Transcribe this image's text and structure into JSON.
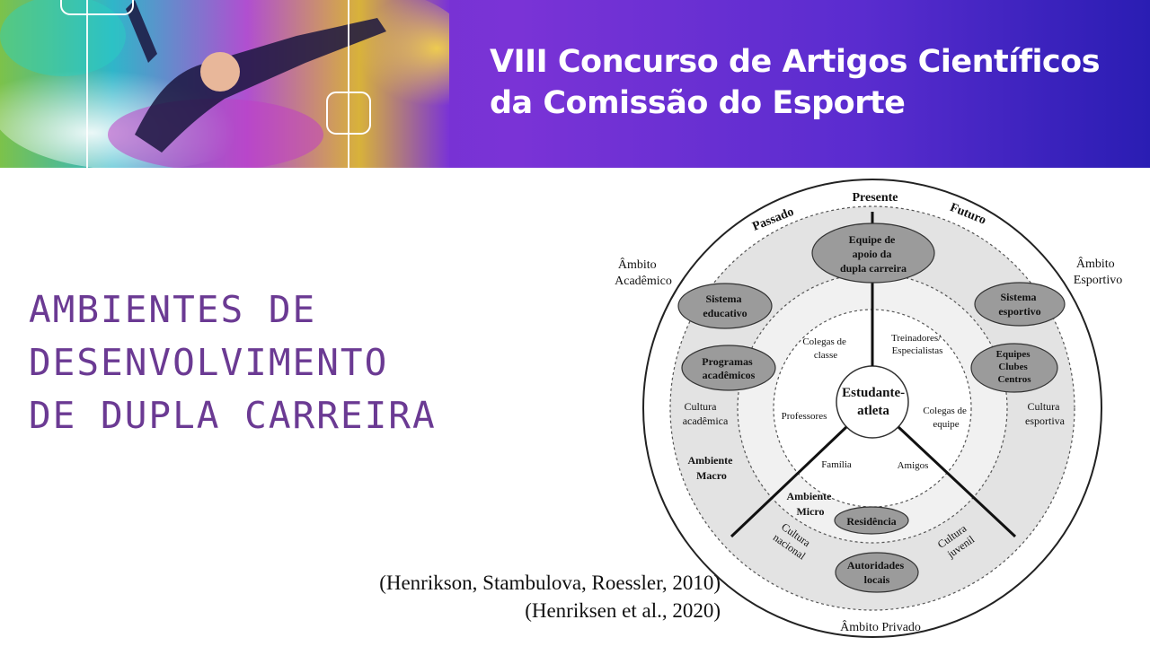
{
  "banner": {
    "title_line1": "VIII Concurso de Artigos Científicos",
    "title_line2": "da Comissão do Esporte"
  },
  "slide": {
    "title_line1": "AMBIENTES DE",
    "title_line2": "DESENVOLVIMENTO",
    "title_line3": "DE DUPLA CARREIRA"
  },
  "citations": {
    "line1": "(Henrikson, Stambulova, Roessler, 2010)",
    "line2": "(Henriksen et al., 2020)"
  },
  "diagram": {
    "time": {
      "passado": "Passado",
      "presente": "Presente",
      "futuro": "Futuro"
    },
    "ambito": {
      "academico_1": "Âmbito",
      "academico_2": "Acadêmico",
      "esportivo_1": "Âmbito",
      "esportivo_2": "Esportivo",
      "privado": "Âmbito Privado"
    },
    "nodes": {
      "equipe_1": "Equipe de",
      "equipe_2": "apoio da",
      "equipe_3": "dupla carreira",
      "sistema_educativo_1": "Sistema",
      "sistema_educativo_2": "educativo",
      "sistema_esportivo_1": "Sistema",
      "sistema_esportivo_2": "esportivo",
      "programas_1": "Programas",
      "programas_2": "acadêmicos",
      "equipes_1": "Equipes",
      "equipes_2": "Clubes",
      "equipes_3": "Centros",
      "residencia": "Residência",
      "autoridades_1": "Autoridades",
      "autoridades_2": "locais"
    },
    "macro": {
      "cultura_academica_1": "Cultura",
      "cultura_academica_2": "acadêmica",
      "cultura_esportiva_1": "Cultura",
      "cultura_esportiva_2": "esportiva",
      "ambiente_macro_1": "Ambiente",
      "ambiente_macro_2": "Macro",
      "cultura_nacional_1": "Cultura",
      "cultura_nacional_2": "nacional",
      "cultura_juvenil_1": "Cultura",
      "cultura_juvenil_2": "juvenil"
    },
    "micro": {
      "colegas_classe_1": "Colegas de",
      "colegas_classe_2": "classe",
      "treinadores_1": "Treinadores/",
      "treinadores_2": "Especialistas",
      "professores": "Professores",
      "colegas_equipe_1": "Colegas de",
      "colegas_equipe_2": "equipe",
      "familia": "Família",
      "amigos": "Amigos",
      "ambiente_micro_1": "Ambiente",
      "ambiente_micro_2": "Micro"
    },
    "center": {
      "line1": "Estudante-",
      "line2": "atleta"
    }
  }
}
